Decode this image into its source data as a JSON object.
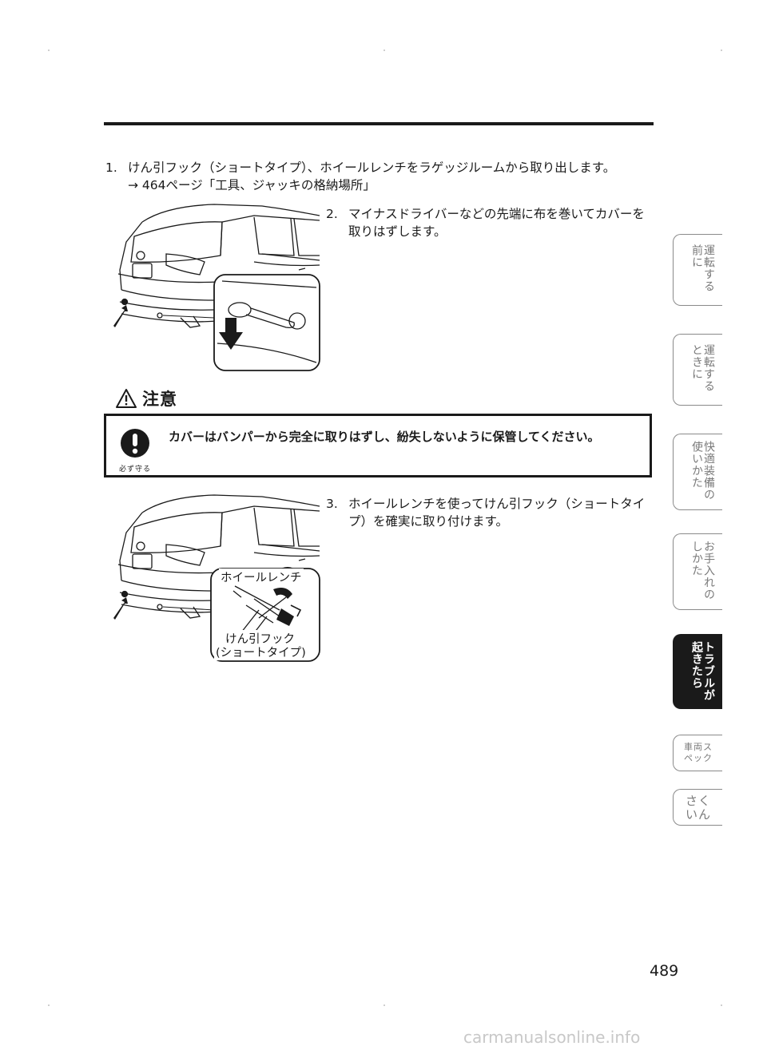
{
  "step1": {
    "number": "1.",
    "text": "けん引フック（ショートタイプ）、ホイールレンチをラゲッジルームから取り出します。",
    "reference": "→ 464ページ「工具、ジャッキの格納場所」"
  },
  "step2": {
    "number": "2.",
    "text": "マイナスドライバーなどの先端に布を巻いてカバーを取りはずします。"
  },
  "caution": {
    "title": "注意",
    "icon_label": "必ず守る",
    "text": "カバーはバンパーから完全に取りはずし、紛失しないように保管してください。"
  },
  "step3": {
    "number": "3.",
    "text": "ホイールレンチを使ってけん引フック（ショートタイプ）を確実に取り付けます。"
  },
  "figure2": {
    "label_wrench": "ホイールレンチ",
    "label_hook": "けん引フック",
    "label_hook_type": "(ショートタイプ)"
  },
  "tabs": [
    {
      "label": "運転する前に"
    },
    {
      "label": "運転するときに"
    },
    {
      "label": "快適装備の使いかた"
    },
    {
      "label": "お手入れのしかた"
    },
    {
      "label": "トラブルが起きたら"
    },
    {
      "label": "車両スペック"
    },
    {
      "label": "さくいん"
    }
  ],
  "page_number": "489",
  "watermark": "carmanualsonline.info"
}
